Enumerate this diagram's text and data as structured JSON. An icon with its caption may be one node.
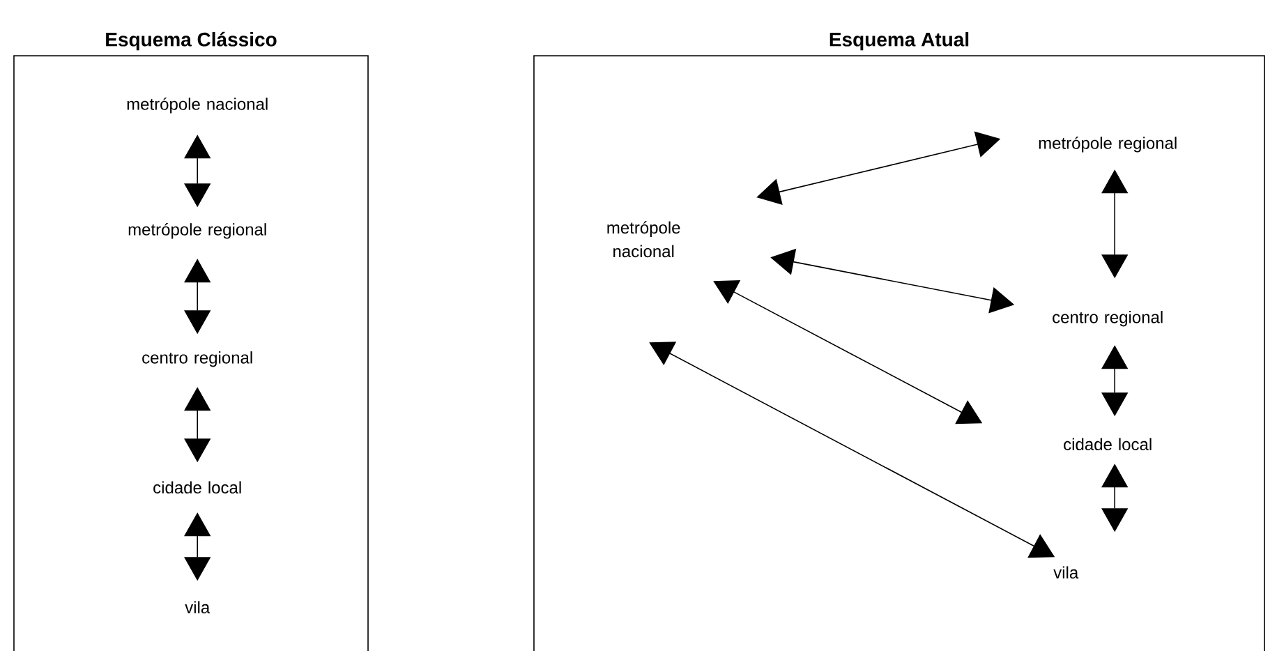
{
  "diagram": {
    "nodes": [
      {
        "text": [
          "Esquema Clássico"
        ]
      },
      {
        "text": [
          "Esquema Atual"
        ]
      },
      {
        "text": [
          "metrópole nacional"
        ],
        "in": 0
      },
      {
        "text": [
          "metrópole regional"
        ],
        "in": 0
      },
      {
        "text": [
          "centro regional"
        ],
        "in": 0
      },
      {
        "text": [
          "cidade local"
        ],
        "in": 0
      },
      {
        "text": [
          "vila"
        ],
        "in": 0
      },
      {
        "text": [
          "metrópole nacional"
        ],
        "in": 1
      },
      {
        "text": [
          "metrópole regional"
        ],
        "in": 1
      },
      {
        "text": [
          "centro regional"
        ],
        "in": 1
      },
      {
        "text": [
          "cidade local"
        ],
        "in": 1
      },
      {
        "text": [
          "vila"
        ],
        "in": 1
      }
    ],
    "edges": [
      {
        "from": 2,
        "to": 3,
        "arrow": "both"
      },
      {
        "from": 3,
        "to": 4,
        "arrow": "both"
      },
      {
        "from": 4,
        "to": 5,
        "arrow": "both"
      },
      {
        "from": 5,
        "to": 6,
        "arrow": "both"
      },
      {
        "from": 7,
        "to": 8,
        "arrow": "both"
      },
      {
        "from": 7,
        "to": 9,
        "arrow": "both"
      },
      {
        "from": 7,
        "to": 10,
        "arrow": "both"
      },
      {
        "from": 7,
        "to": 11,
        "arrow": "both"
      },
      {
        "from": 8,
        "to": 9,
        "arrow": "both"
      },
      {
        "from": 9,
        "to": 10,
        "arrow": "both"
      },
      {
        "from": 10,
        "to": 11,
        "arrow": "both"
      }
    ]
  }
}
